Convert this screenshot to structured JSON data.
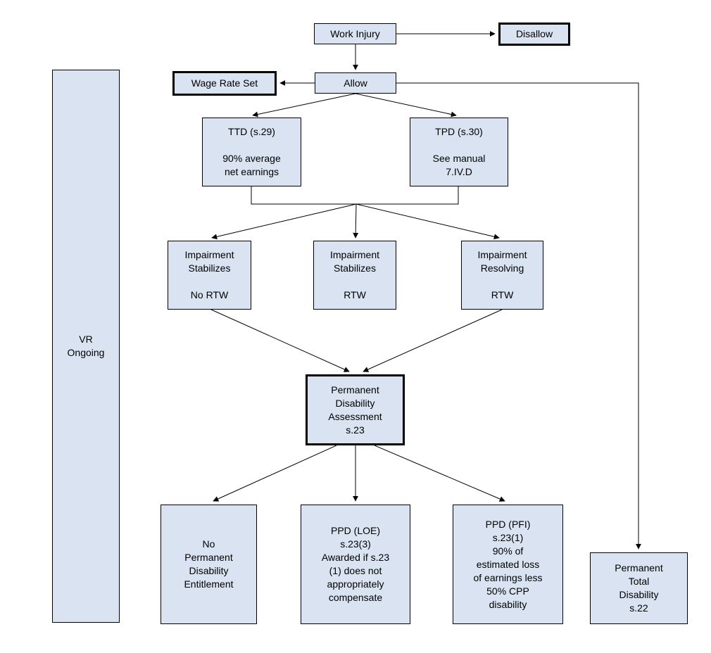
{
  "diagram": {
    "background": "#ffffff",
    "colors": {
      "box_fill": "#d9e3f1",
      "box_border": "#000000",
      "line": "#000000"
    },
    "nodes": {
      "work_injury": {
        "label": "Work Injury"
      },
      "disallow": {
        "label": "Disallow"
      },
      "wage_rate_set": {
        "label": "Wage Rate Set"
      },
      "allow": {
        "label": "Allow"
      },
      "ttd": {
        "label": "TTD (s.29)\n\n90% average\nnet earnings"
      },
      "tpd": {
        "label": "TPD (s.30)\n\nSee manual\n7.IV.D"
      },
      "impairment_stabilizes_no_rtw": {
        "label": "Impairment\nStabilizes\n\nNo RTW"
      },
      "impairment_stabilizes_rtw": {
        "label": "Impairment\nStabilizes\n\nRTW"
      },
      "impairment_resolving_rtw": {
        "label": "Impairment\nResolving\n\nRTW"
      },
      "permanent_disability_assessment": {
        "label": "Permanent\nDisability\nAssessment\ns.23"
      },
      "no_permanent_disability_entitlement": {
        "label": "No\nPermanent\nDisability\nEntitlement"
      },
      "ppd_loe": {
        "label": "PPD (LOE)\ns.23(3)\nAwarded if s.23\n(1) does not\nappropriately\ncompensate"
      },
      "ppd_pfi": {
        "label": "PPD (PFI)\ns.23(1)\n90% of\nestimated loss\nof earnings less\n50% CPP\ndisability"
      },
      "permanent_total_disability": {
        "label": "Permanent\nTotal\nDisability\ns.22"
      },
      "vr_ongoing": {
        "label": "VR\nOngoing"
      }
    }
  }
}
